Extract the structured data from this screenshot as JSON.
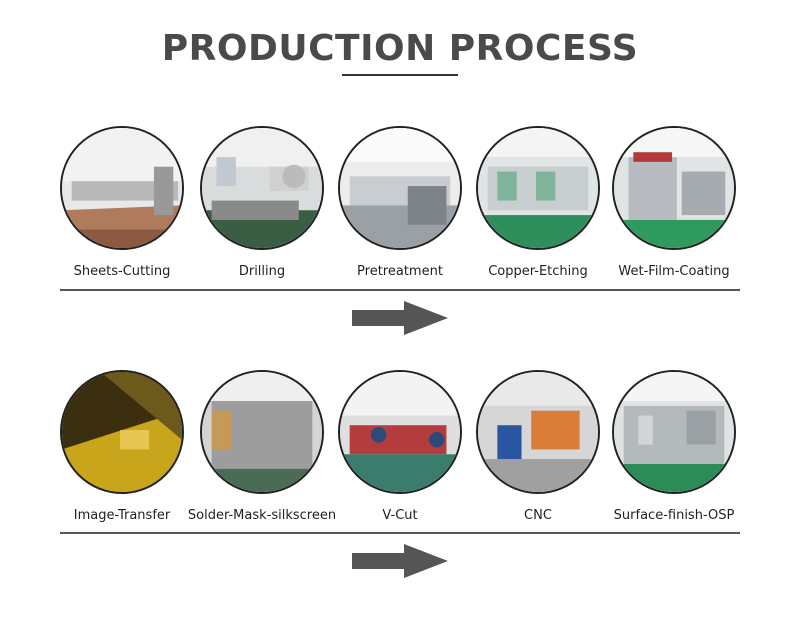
{
  "title": "PRODUCTION PROCESS",
  "colors": {
    "title": "#4a4a4a",
    "arrow": "#555555",
    "divider": "#555555"
  },
  "rows": [
    {
      "steps": [
        {
          "label": "Sheets-Cutting",
          "scene": "cutting"
        },
        {
          "label": "Drilling",
          "scene": "drilling"
        },
        {
          "label": "Pretreatment",
          "scene": "pretreat"
        },
        {
          "label": "Copper-Etching",
          "scene": "etching"
        },
        {
          "label": "Wet-Film-Coating",
          "scene": "coating"
        }
      ]
    },
    {
      "steps": [
        {
          "label": "Image-Transfer",
          "scene": "image"
        },
        {
          "label": "Solder-Mask-silkscreen",
          "scene": "solder"
        },
        {
          "label": "V-Cut",
          "scene": "vcut"
        },
        {
          "label": "CNC",
          "scene": "cnc"
        },
        {
          "label": "Surface-finish-OSP",
          "scene": "osp"
        }
      ]
    }
  ]
}
